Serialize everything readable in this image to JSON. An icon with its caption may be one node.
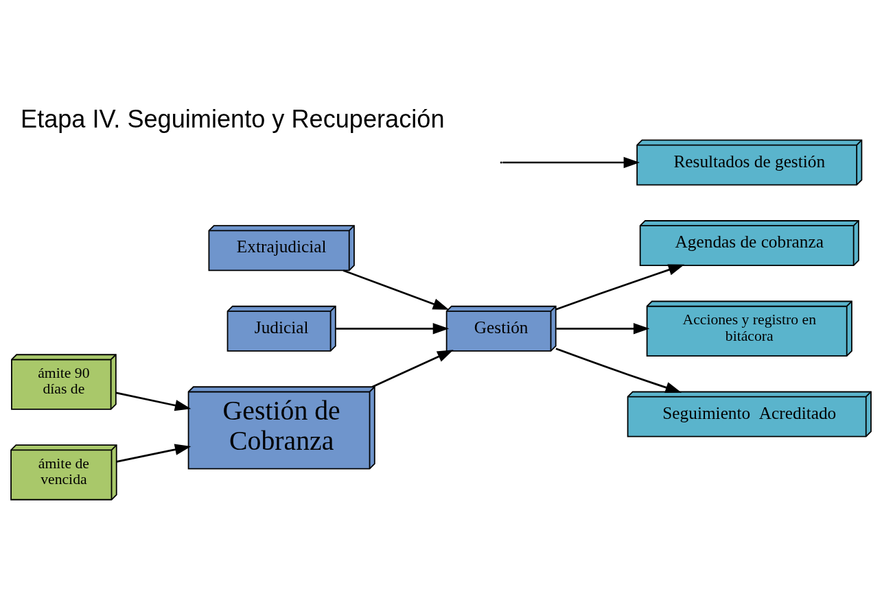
{
  "diagram": {
    "title": "Etapa IV. Seguimiento y Recuperación",
    "nodes": [
      {
        "text": [
          "Extrajudicial"
        ]
      },
      {
        "text": [
          "Judicial"
        ]
      },
      {
        "text": [
          "ámite 90 días de"
        ]
      },
      {
        "text": [
          "ámite de vencida"
        ]
      },
      {
        "text": [
          "Gestión de Cobranza"
        ]
      },
      {
        "text": [
          "Gestión"
        ]
      },
      {
        "text": [
          "Agendas de cobranza"
        ]
      },
      {
        "text": [
          "Acciones y registro en bitácora"
        ]
      },
      {
        "text": [
          "Seguimiento  Acreditado"
        ]
      },
      {
        "text": [
          "Resultados de gestión"
        ]
      }
    ],
    "edges": [
      {
        "from": 0,
        "to": 5,
        "arrow": "to"
      },
      {
        "from": 1,
        "to": 5,
        "arrow": "to"
      },
      {
        "from": 2,
        "to": 4,
        "arrow": "to"
      },
      {
        "from": 3,
        "to": 4,
        "arrow": "to"
      },
      {
        "from": 4,
        "to": 5,
        "arrow": "to"
      },
      {
        "from": 5,
        "to": 6,
        "arrow": "to"
      },
      {
        "from": 5,
        "to": 7,
        "arrow": "to"
      },
      {
        "from": 5,
        "to": 8,
        "arrow": "to"
      },
      {
        "from": null,
        "to": 9,
        "arrow": "to"
      }
    ]
  }
}
